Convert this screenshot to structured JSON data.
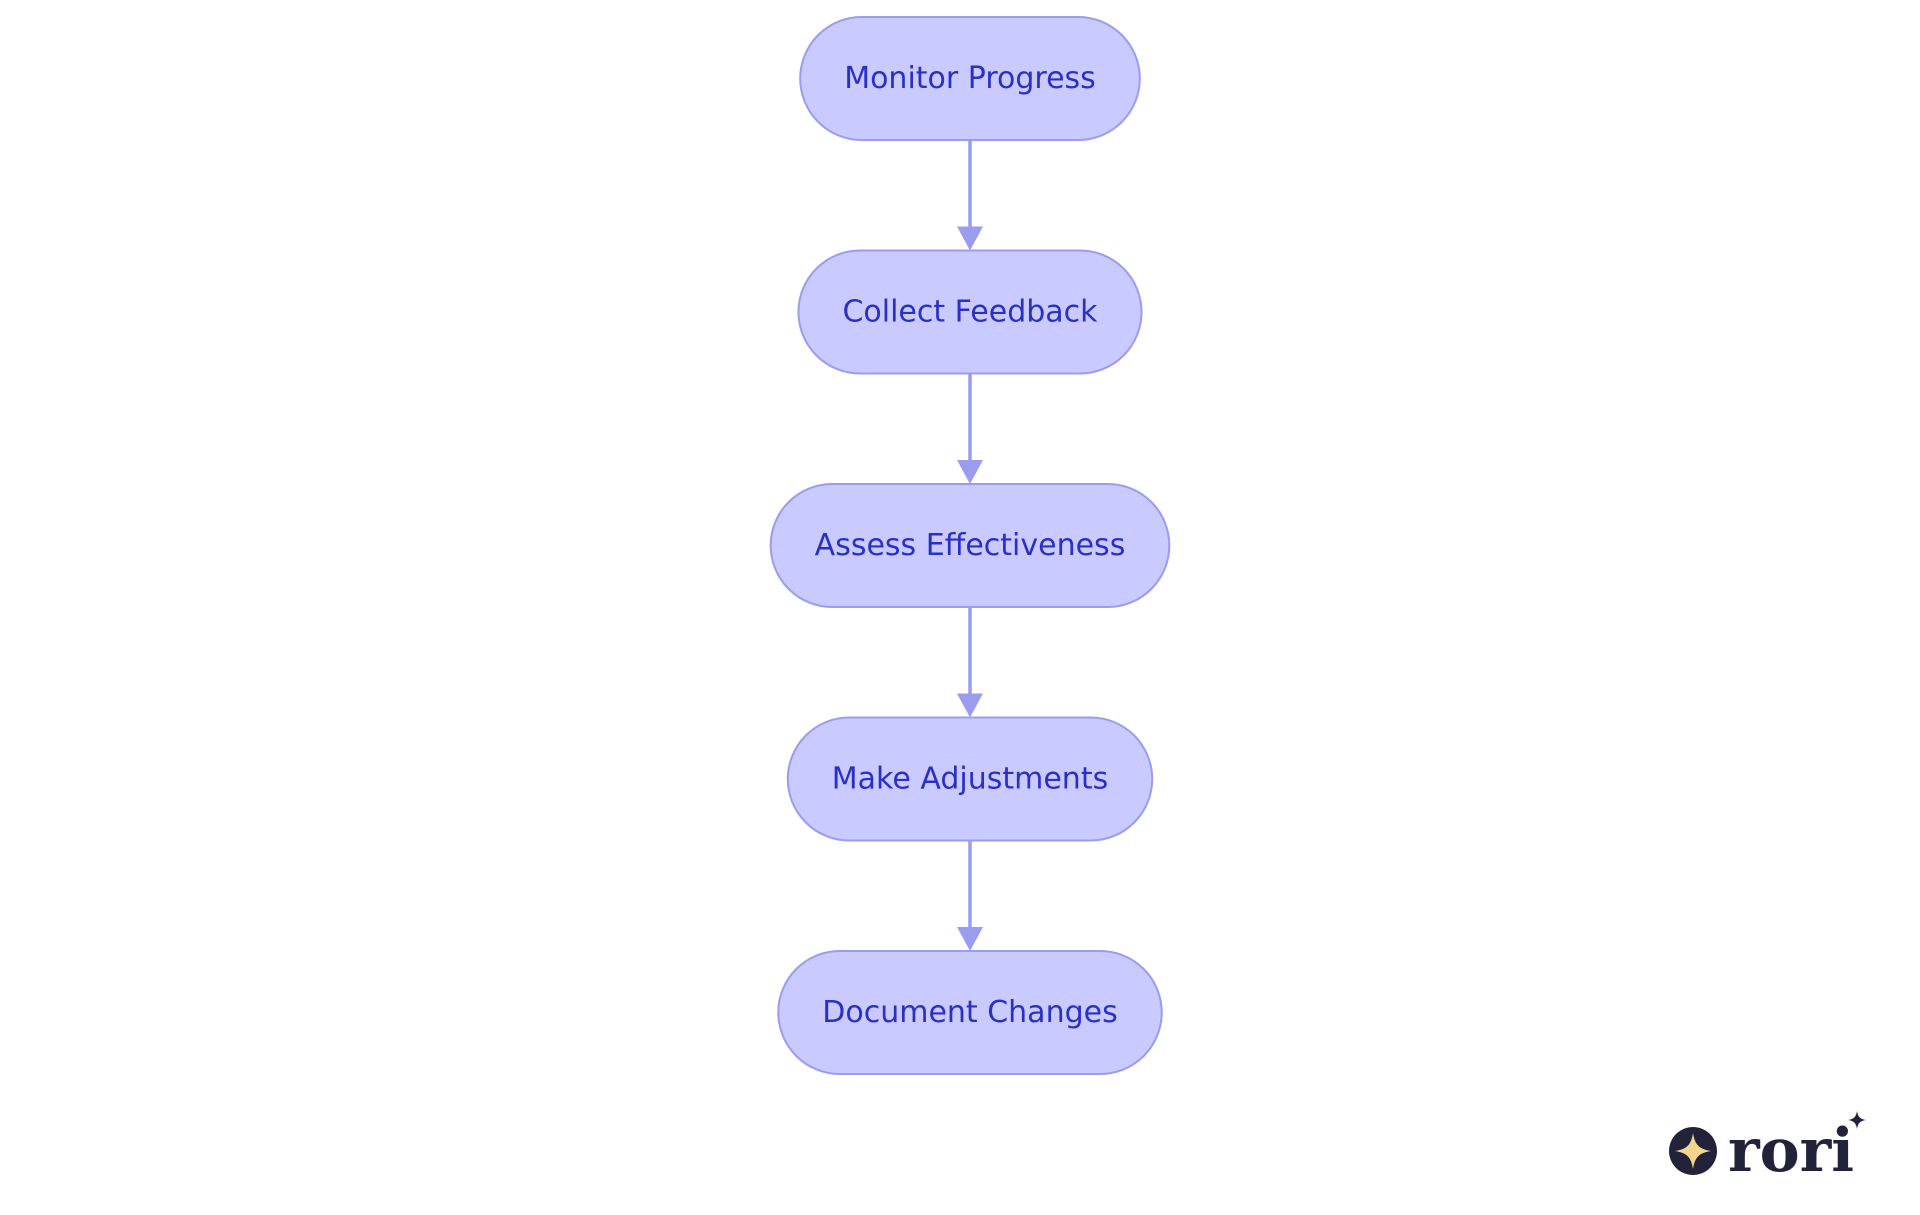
{
  "diagram": {
    "nodes": [
      {
        "id": "monitor",
        "label": "Monitor Progress"
      },
      {
        "id": "collect",
        "label": "Collect Feedback"
      },
      {
        "id": "assess",
        "label": "Assess Effectiveness"
      },
      {
        "id": "adjust",
        "label": "Make Adjustments"
      },
      {
        "id": "document",
        "label": "Document Changes"
      }
    ],
    "edges": [
      {
        "from": "monitor",
        "to": "collect"
      },
      {
        "from": "collect",
        "to": "assess"
      },
      {
        "from": "assess",
        "to": "adjust"
      },
      {
        "from": "adjust",
        "to": "document"
      }
    ],
    "colors": {
      "node_fill": "#c9caff",
      "node_stroke": "#9b9cf0",
      "node_text": "#2b2fc4",
      "edge": "#9b9cf0"
    }
  },
  "logo": {
    "text": "rori",
    "icon": "sparkle-icon"
  }
}
